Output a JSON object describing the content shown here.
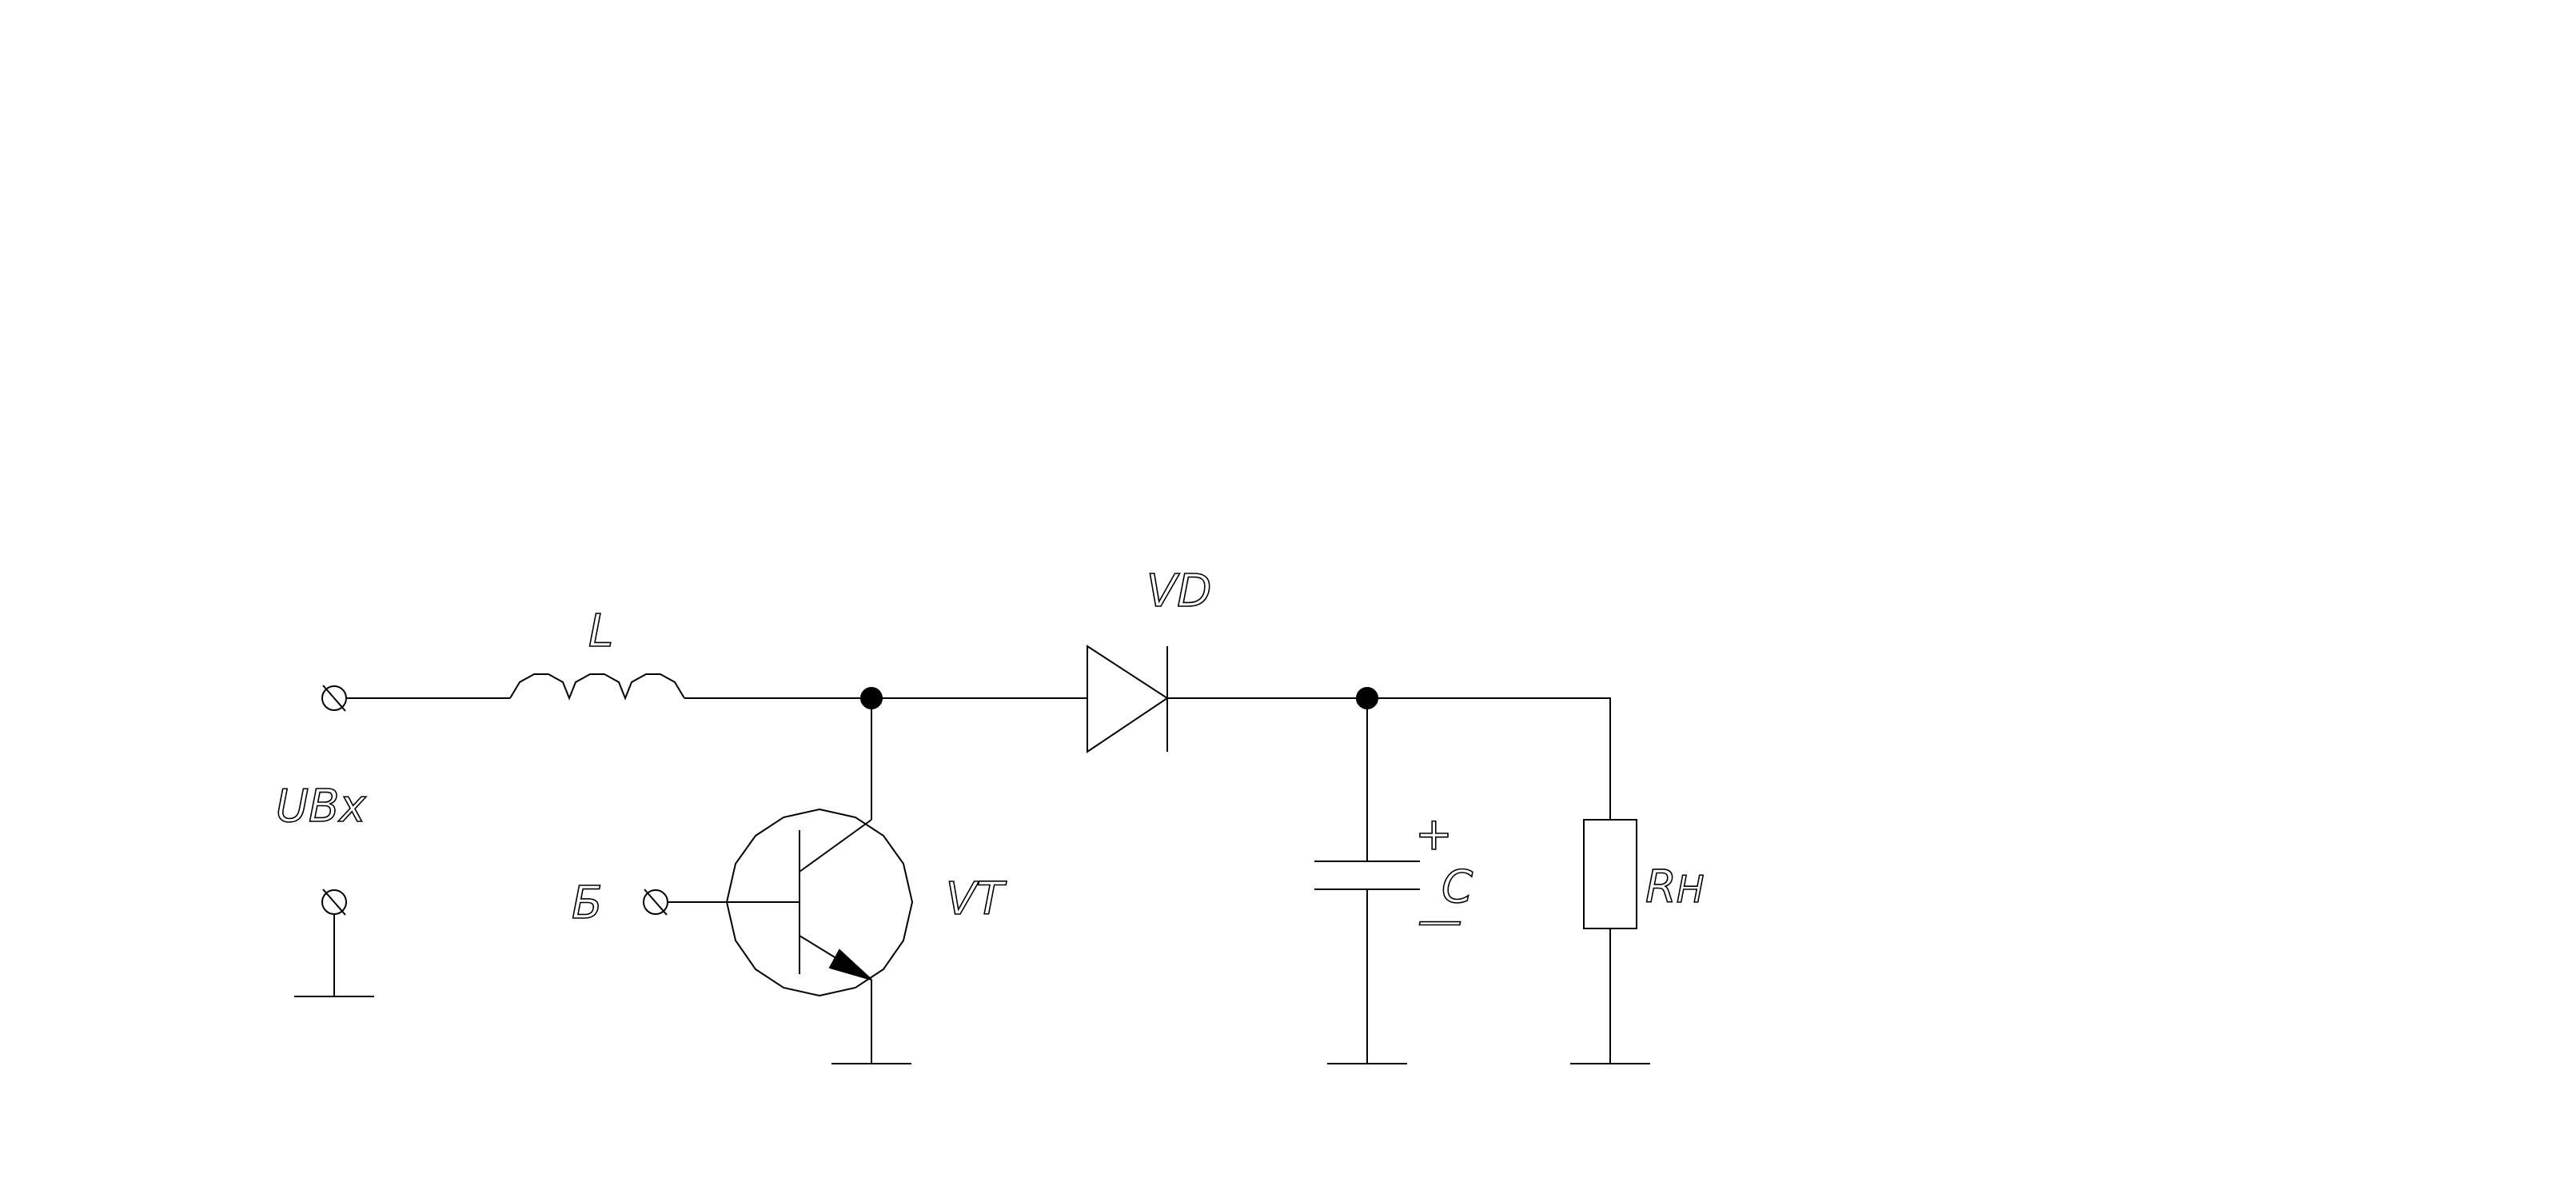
{
  "diagram": {
    "type": "circuit-schematic",
    "colors": {
      "background": "#ffffff",
      "line": "#000000"
    },
    "labels": {
      "input_voltage": "UВх",
      "inductor": "L",
      "diode": "VD",
      "transistor": "VT",
      "base": "Б",
      "capacitor": "C",
      "cap_plus": "+",
      "cap_minus": "—",
      "load_resistor_main": "R",
      "load_resistor_sub": "Н"
    }
  }
}
